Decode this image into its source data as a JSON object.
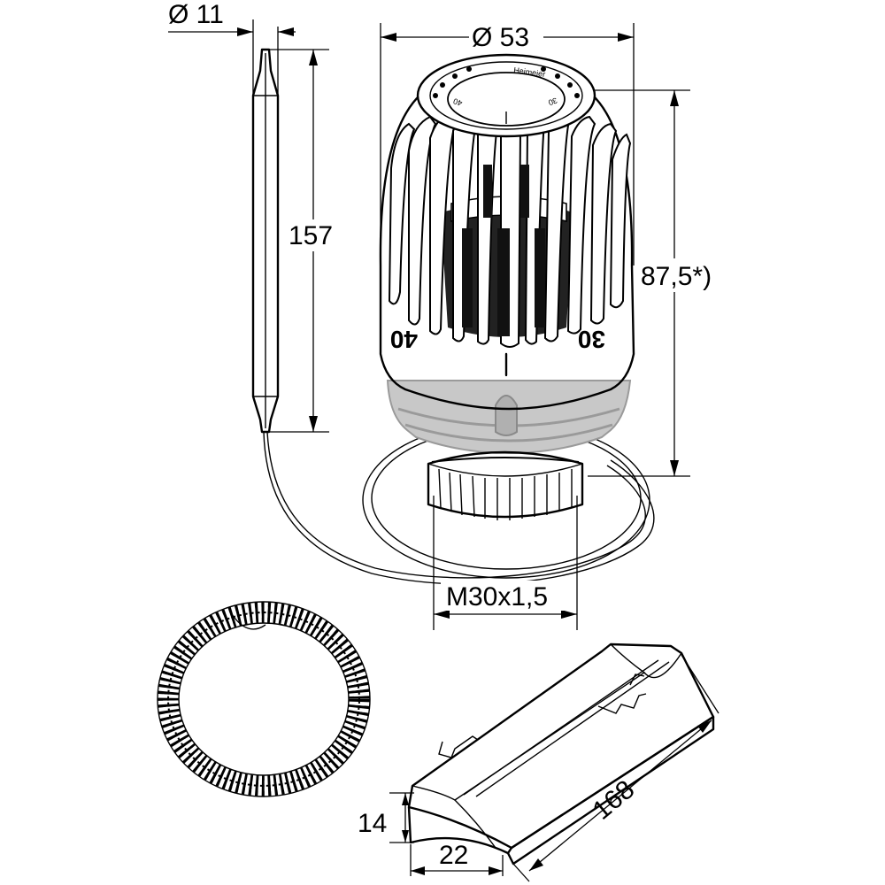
{
  "dimensions": {
    "sensor_diameter": "Ø 11",
    "sensor_length": "157",
    "head_diameter": "Ø 53",
    "head_height": "87,5*)",
    "thread": "M30x1,5",
    "clip_length": "168",
    "clip_height": "14",
    "clip_width": "22"
  },
  "dial": {
    "left_mark": "40",
    "right_mark": "30",
    "top_left_mark": "40",
    "top_right_mark": "30",
    "brand_text": "Heimeier"
  }
}
